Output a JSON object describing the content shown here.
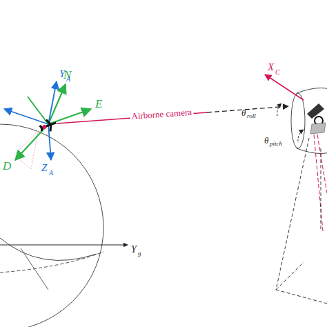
{
  "diagram": {
    "labels": [
      "N",
      "E",
      "D",
      "Y",
      "A",
      "Z",
      "A",
      "X",
      "C",
      "θ",
      "roll",
      "θ",
      "pitch",
      "Y",
      "g",
      "Airborne camera"
    ]
  }
}
